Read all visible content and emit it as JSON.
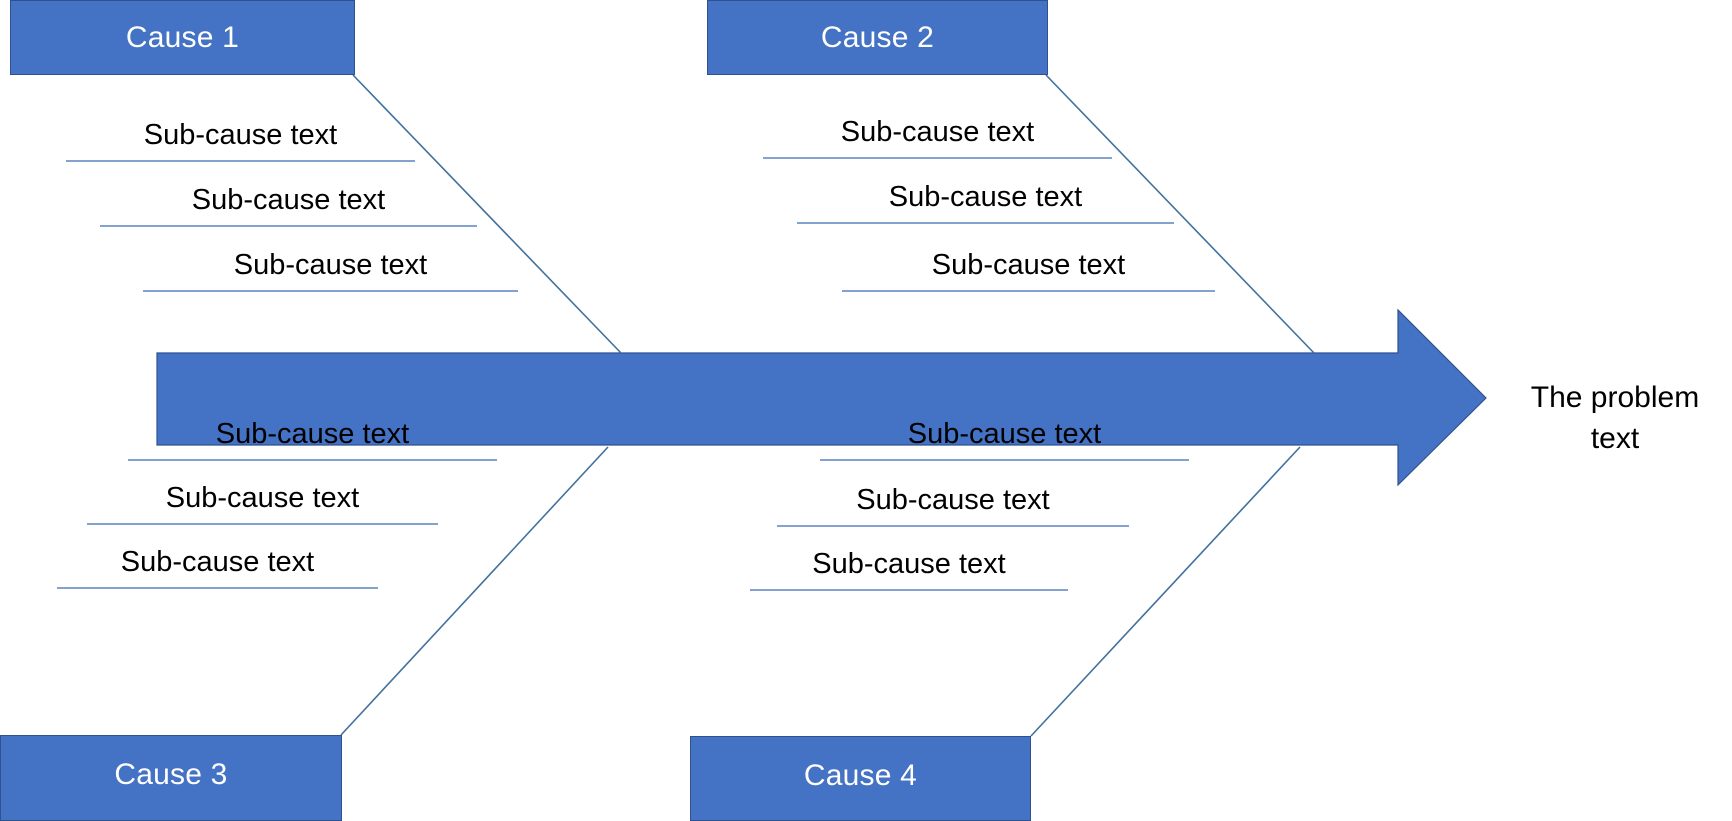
{
  "diagram": {
    "type": "fishbone-ishikawa",
    "title": "",
    "colors": {
      "box_fill": "#4472C4",
      "box_border": "#2F528F",
      "spine_fill": "#4472C4",
      "spine_border": "#2F528F",
      "connector_line": "#41719C",
      "subcause_line": "#5B84BE",
      "text_on_box": "#FFFFFF",
      "text_body": "#000000",
      "background": "#FFFFFF"
    }
  },
  "problem": {
    "line1": "The problem",
    "line2": "text"
  },
  "causes": [
    {
      "id": "cause-1",
      "label": "Cause 1",
      "position": "top-left",
      "subcauses": [
        {
          "label": "Sub-cause text"
        },
        {
          "label": "Sub-cause text"
        },
        {
          "label": "Sub-cause text"
        }
      ]
    },
    {
      "id": "cause-2",
      "label": "Cause 2",
      "position": "top-right",
      "subcauses": [
        {
          "label": "Sub-cause text"
        },
        {
          "label": "Sub-cause text"
        },
        {
          "label": "Sub-cause text"
        }
      ]
    },
    {
      "id": "cause-3",
      "label": "Cause 3",
      "position": "bottom-left",
      "subcauses": [
        {
          "label": "Sub-cause text"
        },
        {
          "label": "Sub-cause text"
        },
        {
          "label": "Sub-cause text"
        }
      ]
    },
    {
      "id": "cause-4",
      "label": "Cause 4",
      "position": "bottom-right",
      "subcauses": [
        {
          "label": "Sub-cause text"
        },
        {
          "label": "Sub-cause text"
        },
        {
          "label": "Sub-cause text"
        }
      ]
    }
  ]
}
